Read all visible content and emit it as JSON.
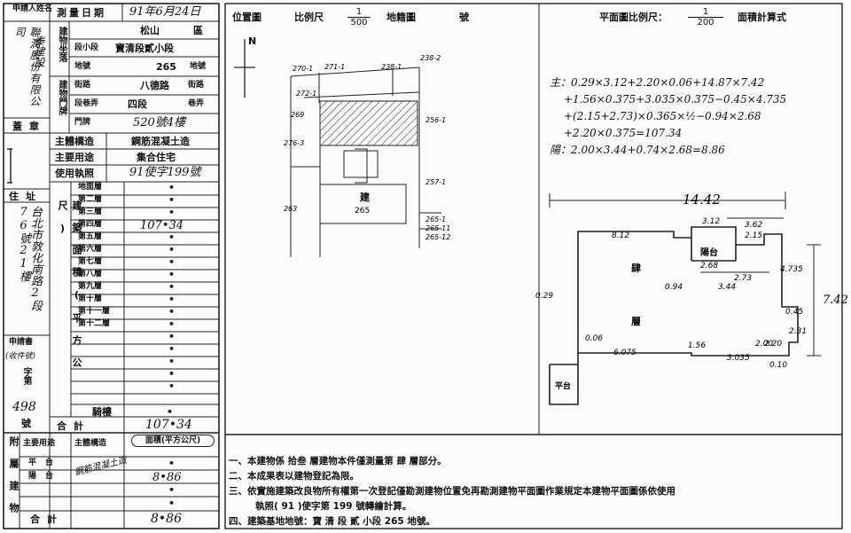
{
  "left": {
    "applicant_name_label": "申請人姓名",
    "applicant_name": "聯潤股份有限公司",
    "applicant_name_right": "泰建設",
    "seal_label": "蓋章",
    "address_label": "住址",
    "address_value": "台北市敦化南路2段76號21樓",
    "app_doc_label": "申請書",
    "app_doc_sub": "(收件號)",
    "app_doc_char": "字第",
    "app_doc_num": "498",
    "app_doc_hao": "號"
  },
  "survey": {
    "date_label": "測量日期",
    "date_value": "91年6月24日",
    "loc_group": "建物坐落",
    "district_label": "區",
    "district_value": "松山",
    "section_label": "段小段",
    "section_value": "寶清段貳小段",
    "lot_label": "地號",
    "lot_value": "265",
    "lot_suffix": "地號",
    "door_group": "建物門牌",
    "street_label": "街路",
    "street_value": "八德路",
    "street_suffix": "街路",
    "lane_label": "段巷弄",
    "lane_value": "四段",
    "lane_suffix": "巷弄",
    "doorplate_label": "門牌",
    "doorplate_value": "520號4樓",
    "structure_label": "主體構造",
    "structure_value": "鋼筋混凝土造",
    "use_label": "主要用途",
    "use_value": "集合住宅",
    "license_label": "使用執照",
    "license_value": "91使字199號"
  },
  "floors": {
    "group_label": "建築面積(平方公尺)",
    "rows": [
      {
        "name": "地面層",
        "value": "•"
      },
      {
        "name": "第二層",
        "value": "•"
      },
      {
        "name": "第三層",
        "value": "•"
      },
      {
        "name": "第四層",
        "value": "107•34"
      },
      {
        "name": "第五層",
        "value": "•"
      },
      {
        "name": "第六層",
        "value": "•"
      },
      {
        "name": "第七層",
        "value": "•"
      },
      {
        "name": "第八層",
        "value": "•"
      },
      {
        "name": "第九層",
        "value": "•"
      },
      {
        "name": "第十層",
        "value": "•"
      },
      {
        "name": "第十一層",
        "value": "•"
      },
      {
        "name": "第十二層",
        "value": "•"
      },
      {
        "name": "",
        "value": "•"
      },
      {
        "name": "",
        "value": "•"
      },
      {
        "name": "",
        "value": "•"
      },
      {
        "name": "",
        "value": "•"
      },
      {
        "name": "",
        "value": "•"
      }
    ],
    "balcony_label": "騎樓",
    "balcony_value": "•",
    "total_label": "合計",
    "total_value": "107•34"
  },
  "attached": {
    "group_label": "附屬建物",
    "col_use": "主要用途",
    "col_struct": "主體構造",
    "col_area": "面積(平方公尺)",
    "rows": [
      {
        "use": "平台",
        "area": "•"
      },
      {
        "use": "陽台",
        "area": "8•86"
      },
      {
        "use": "",
        "area": "•"
      },
      {
        "use": "",
        "area": "•"
      }
    ],
    "struct_value": "鋼筋混凝土造",
    "total_label": "合計",
    "total_value": "8•86"
  },
  "header": {
    "location_label": "位置圖",
    "scale_label": "比例尺",
    "scale_num": "1",
    "scale_den": "500",
    "cadastral_label": "地籍圖",
    "no_label": "號",
    "plan_scale_label": "平面圖比例尺：",
    "plan_scale_num": "1",
    "plan_scale_den": "200",
    "area_calc_label": "面積計算式"
  },
  "location_map": {
    "north": "N",
    "building_label": "建",
    "building_lot": "265",
    "lots": [
      "270-1",
      "271-1",
      "238-1",
      "238-2",
      "272-1",
      "269",
      "256-1",
      "276-3",
      "257-1",
      "263",
      "265-1",
      "265-11",
      "265-12"
    ]
  },
  "formula": {
    "lines": [
      "主：0.29×3.12+2.20×0.06+14.87×7.42",
      "+1.56×0.375+3.035×0.375−0.45×4.735",
      "+(2.15+2.73)×0.365×½−0.94×2.68",
      "+2.20×0.375=107.34",
      "陽：2.00×3.44+0.74×2.68=8.86"
    ]
  },
  "floor_plan": {
    "labels": {
      "title_a": "肆",
      "title_b": "層",
      "balcony": "陽台",
      "side": "平台",
      "total_w": "14.42",
      "total_h": "7.42"
    },
    "dims": [
      "8.12",
      "3.62",
      "2.15",
      "2.68",
      "2.73",
      "4.735",
      "0.45",
      "2.31",
      "2.20",
      "0.10",
      "6.075",
      "1.56",
      "3.035",
      "0.06",
      "0.29",
      "3.12",
      "2.00",
      "3.44",
      "0.94"
    ]
  },
  "notes": [
    "一、本建物係 拾叁 層建物本件僅測量第 肆 層部分。",
    "二、本成果表以建物登記為限。",
    "三、依實施建築改良物所有權第一次登記僅勘測建物位置免再勘測建物平面圖作業規定本建物平面圖係依使用",
    "執照( 91 )使字第 199 號轉繪計算。",
    "四、建築基地地號：寶 清 段 貳 小段 265 地號。"
  ]
}
